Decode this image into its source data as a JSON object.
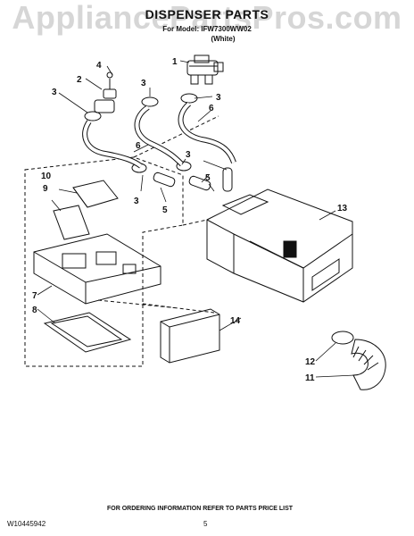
{
  "watermark": "AppliancePartsPros.com",
  "header": {
    "title": "DISPENSER PARTS",
    "model_line": "For Model: IFW7300WW02",
    "color_line": "(White)"
  },
  "callouts": [
    "1",
    "2",
    "3",
    "3",
    "3",
    "3",
    "3",
    "4",
    "5",
    "5",
    "6",
    "6",
    "7",
    "8",
    "9",
    "10",
    "11",
    "12",
    "13",
    "14"
  ],
  "footer": {
    "ordering_info": "FOR ORDERING INFORMATION REFER TO PARTS PRICE LIST",
    "doc_number": "W10445942",
    "page_number": "5"
  }
}
